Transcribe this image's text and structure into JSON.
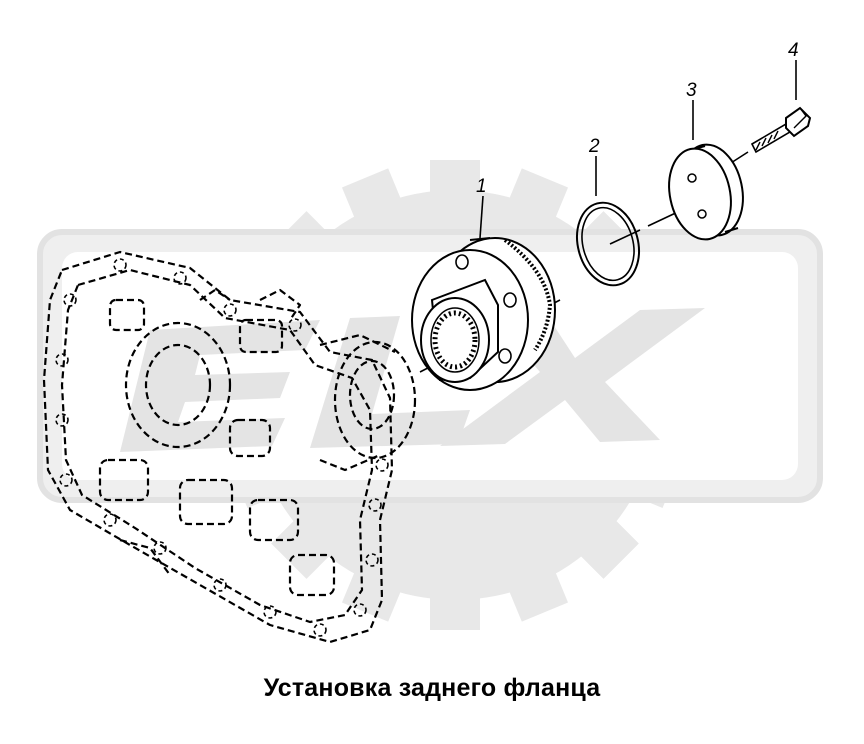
{
  "diagram": {
    "caption": "Установка заднего фланца",
    "watermark": {
      "text": "ELX",
      "color": "#e6e6e6"
    },
    "parts": [
      {
        "number": "1",
        "name": "flange"
      },
      {
        "number": "2",
        "name": "o-ring"
      },
      {
        "number": "3",
        "name": "washer"
      },
      {
        "number": "4",
        "name": "bolt"
      }
    ]
  }
}
